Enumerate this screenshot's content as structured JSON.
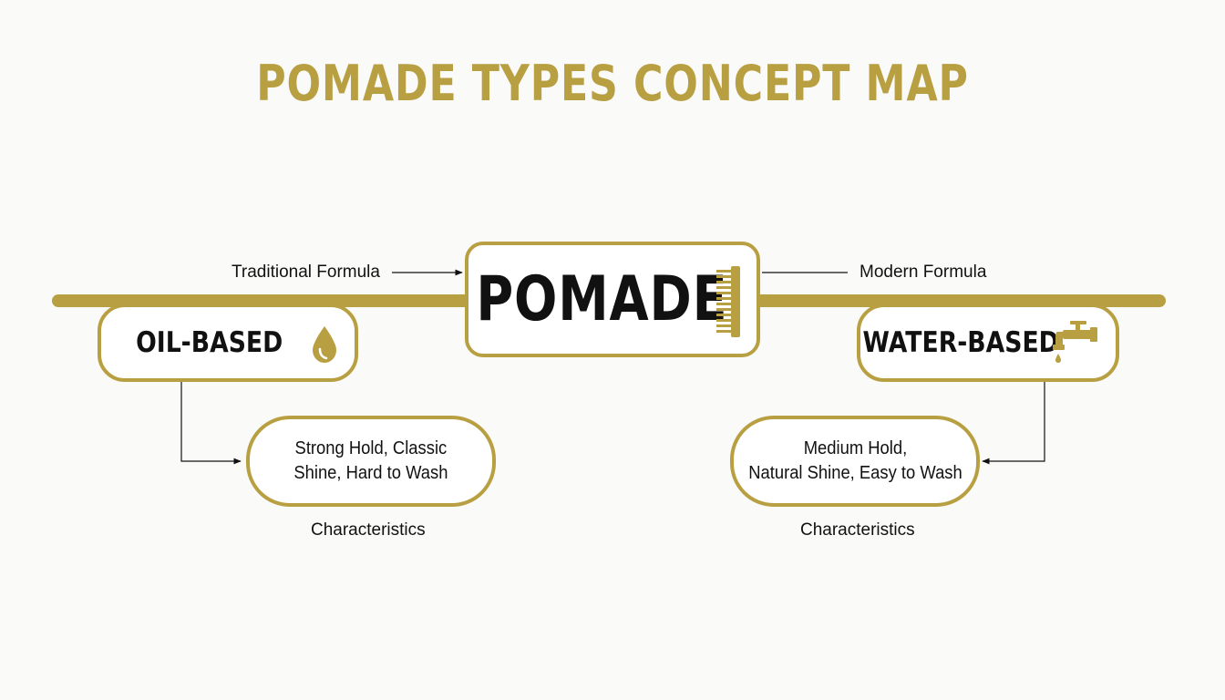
{
  "title": "POMADE TYPES CONCEPT MAP",
  "center": {
    "label": "POMADE",
    "icon": "comb-icon"
  },
  "branches": {
    "left": {
      "connector_label": "Traditional Formula",
      "type_label": "OIL-BASED",
      "icon": "oil-drop-icon",
      "characteristics_line1": "Strong Hold, Classic",
      "characteristics_line2": "Shine, Hard to Wash",
      "caption": "Characteristics"
    },
    "right": {
      "connector_label": "Modern Formula",
      "type_label": "WATER-BASED",
      "icon": "water-faucet-icon",
      "characteristics_line1": "Medium Hold,",
      "characteristics_line2": "Natural Shine, Easy to Wash",
      "caption": "Characteristics"
    }
  },
  "colors": {
    "accent": "#b8a042",
    "text": "#111111",
    "background": "#fafaf8"
  }
}
